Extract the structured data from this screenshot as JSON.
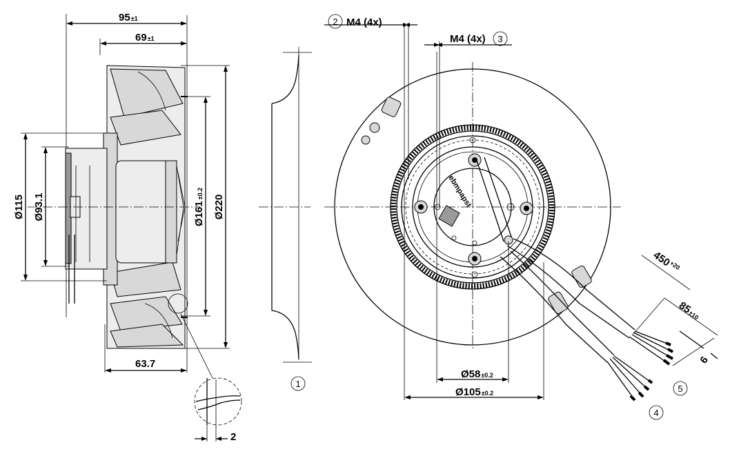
{
  "dimensions": {
    "width_95": {
      "value": "95",
      "tol": "±1"
    },
    "width_69": {
      "value": "69",
      "tol": "±1"
    },
    "width_63_7": {
      "value": "63.7"
    },
    "dia_115": {
      "value": "Ø115"
    },
    "dia_93_1": {
      "value": "Ø93.1"
    },
    "dia_161": {
      "value": "Ø161",
      "tol": "±0.2"
    },
    "dia_220": {
      "value": "Ø220"
    },
    "detail_2": {
      "value": "2"
    },
    "dia_58": {
      "value": "Ø58",
      "tol": "±0.2"
    },
    "dia_105": {
      "value": "Ø105",
      "tol": "±0.2"
    },
    "cable_450": {
      "value": "450",
      "tol": "+20"
    },
    "cable_85": {
      "value": "85",
      "tol": "±10"
    },
    "cable_6": {
      "value": "6"
    }
  },
  "callouts": {
    "c1": {
      "num": "1"
    },
    "c2": {
      "num": "2",
      "text": "M4 (4x)"
    },
    "c3": {
      "num": "3",
      "text": "M4 (4x)"
    },
    "c4": {
      "num": "4"
    },
    "c5": {
      "num": "5"
    }
  },
  "rotor_label": "ebmpapst"
}
